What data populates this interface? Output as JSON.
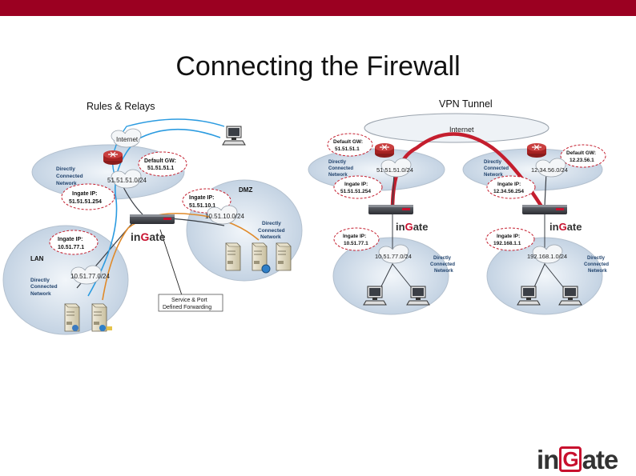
{
  "slide": {
    "title": "Connecting the Firewall",
    "accent_color": "#9b0021",
    "logo": {
      "prefix": "in",
      "g": "G",
      "suffix": "ate"
    }
  },
  "rules": {
    "heading": "Rules & Relays",
    "internet": "Internet",
    "default_gw_label": "Default GW:",
    "default_gw_ip": "51.51.51.1",
    "wan_subnet": "51.51.51.0/24",
    "ingate_ip_label": "Ingate IP:",
    "wan_ip": "51.51.51.254",
    "dmz_ip": "51.51.10.1",
    "lan_ip": "10.51.77.1",
    "dmz": "DMZ",
    "dmz_subnet": "10.51.10.0/24",
    "lan": "LAN",
    "lan_subnet": "10.51.77.0/24",
    "directly_connected": [
      "Directly",
      "Connected",
      "Network"
    ],
    "service_port": [
      "Service & Port",
      "Defined Forwarding"
    ]
  },
  "vpn": {
    "heading": "VPN Tunnel",
    "internet": "Internet",
    "left": {
      "default_gw": "51.51.51.1",
      "wan_subnet": "51.51.51.0/24",
      "wan_ip": "51.51.51.254",
      "lan_ip": "10.51.77.1",
      "lan_subnet": "10.51.77.0/24"
    },
    "right": {
      "default_gw": "12.23.56.1",
      "wan_subnet": "12.34.56.0/24",
      "wan_ip": "12.34.56.254",
      "lan_ip": "192.168.1.1",
      "lan_subnet": "192.168.1.0/24"
    }
  }
}
